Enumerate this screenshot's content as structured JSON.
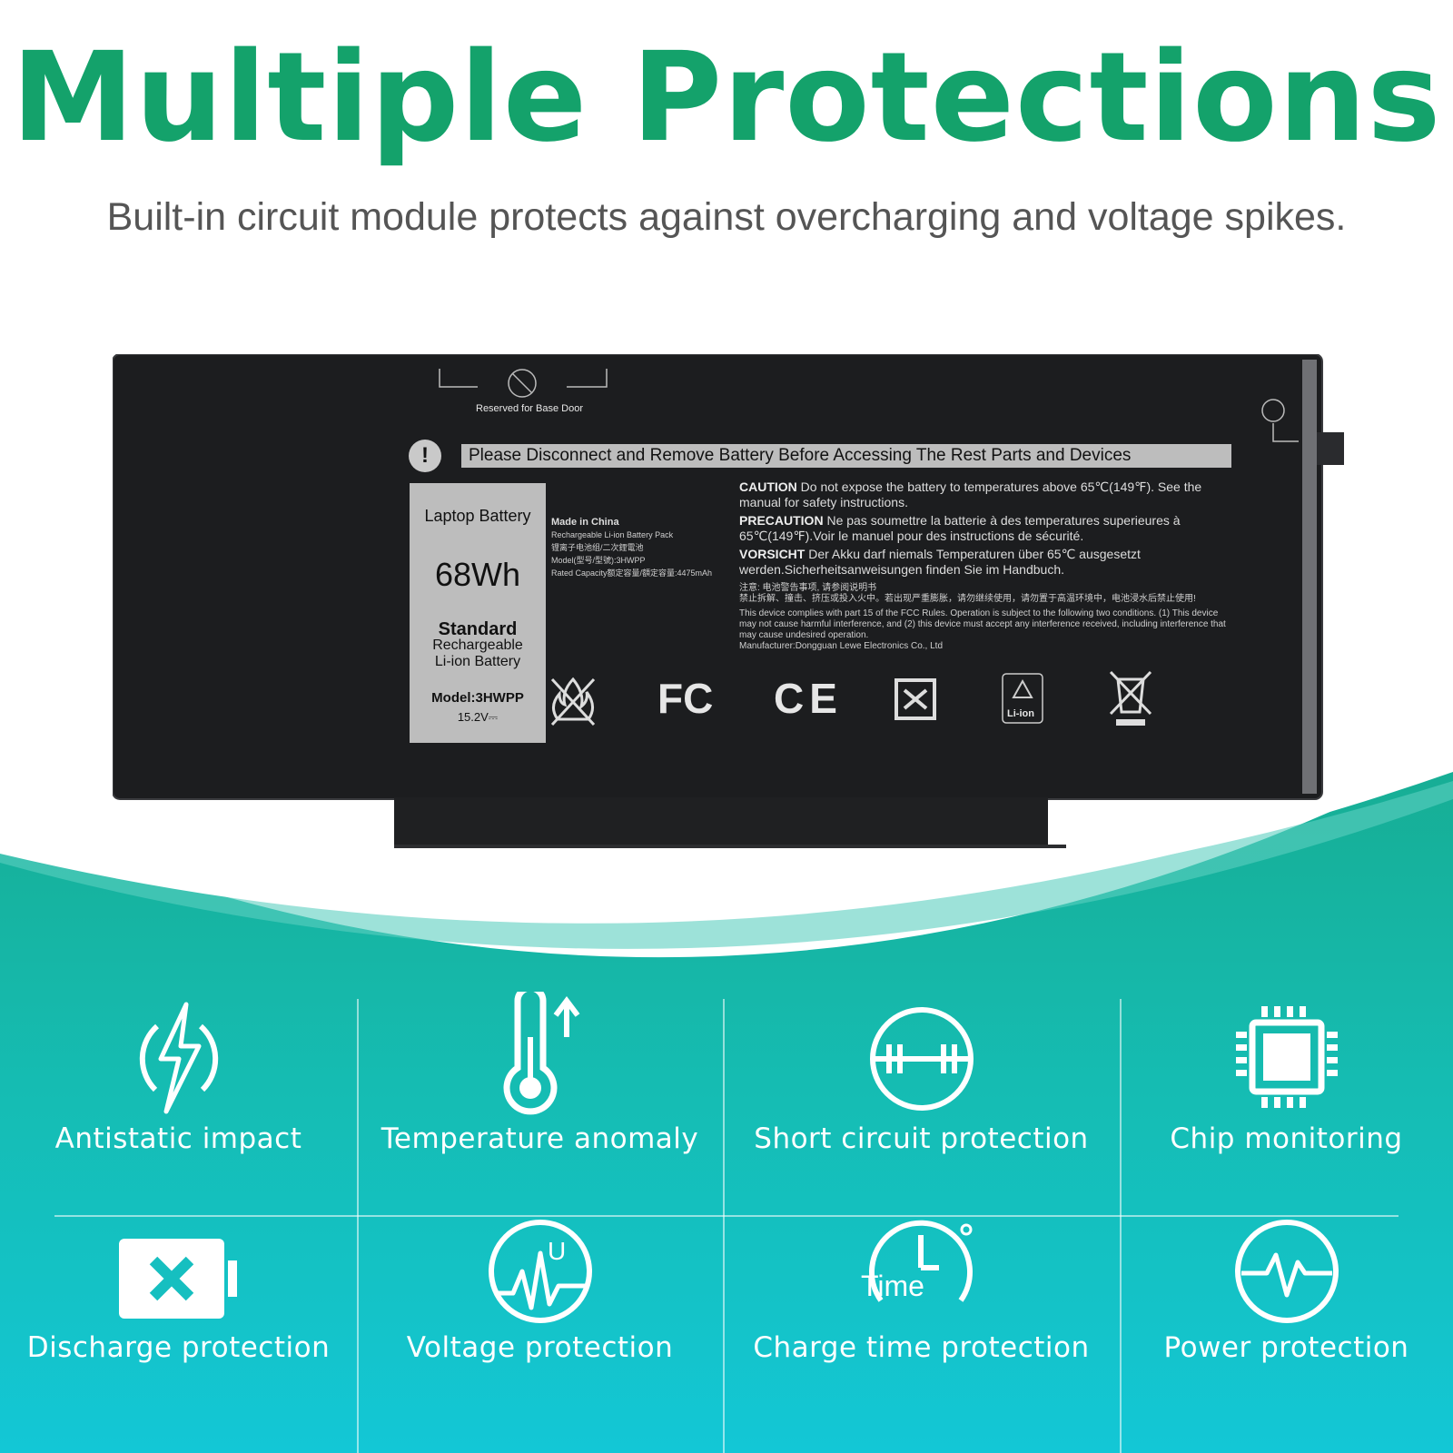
{
  "headline": "Multiple Protections",
  "subheadline": "Built-in circuit module protects against overcharging and voltage spikes.",
  "colors": {
    "brand_green": "#14a26b",
    "teal_top": "#17b7a0",
    "teal_bottom": "#14c3d3",
    "battery_body": "#1e1f21"
  },
  "battery": {
    "reserved_label": "Reserved for Base Door",
    "warning_banner": "Please Disconnect and Remove Battery Before Accessing The Rest Parts and Devices",
    "warning_mark": "!",
    "sticker": {
      "line1": "Laptop Battery",
      "capacity": "68Wh",
      "type": "Standard",
      "line4": "Rechargeable",
      "line5": "Li-ion Battery",
      "model": "Model:3HWPP",
      "voltage": "15.2V⎓"
    },
    "made_in": "Made in China",
    "made_lines": [
      "Rechargeable Li-ion Battery Pack",
      "锂离子电池组/二次鋰電池",
      "Model(型号/型號):3HWPP",
      "Rated Capacity额定容量/額定容量:4475mAh"
    ],
    "caution": {
      "caution_head": "CAUTION",
      "caution_text": " Do not expose the battery to temperatures above 65℃(149℉). See the manual for safety instructions.",
      "precaution_head": "PRECAUTION",
      "precaution_text": " Ne pas soumettre la batterie à des temperatures superieures à 65℃(149℉).Voir le manuel pour des instructions de sécurité.",
      "vorsicht_head": "VORSICHT",
      "vorsicht_text": " Der Akku darf niemals Temperaturen über 65℃ ausgesetzt werden.Sicherheitsanweisungen finden Sie im Handbuch.",
      "cn1": "注意: 电池警告事项, 请参阅说明书",
      "cn2": "禁止拆解、撞击、挤压或投入火中。若出现严重膨胀，请勿继续使用，请勿置于高温环境中，电池浸水后禁止使用!",
      "fcc": "This device complies with part 15 of the FCC Rules. Operation is subject to the following two conditions. (1) This device may not cause harmful interference, and (2) this device must accept any interference received, including interference that may cause undesired operation.",
      "manufacturer": "Manufacturer:Dongguan Lewe Electronics Co., Ltd"
    },
    "marks": {
      "fc": "FC",
      "ce": "CE",
      "liion": "Li-ion"
    }
  },
  "features": [
    {
      "label": "Antistatic impact",
      "icon": "lightning-circle-icon"
    },
    {
      "label": "Temperature anomaly",
      "icon": "thermometer-up-icon"
    },
    {
      "label": "Short circuit protection",
      "icon": "short-circuit-icon"
    },
    {
      "label": "Chip monitoring",
      "icon": "chip-icon"
    },
    {
      "label": "Discharge protection",
      "icon": "battery-x-icon"
    },
    {
      "label": "Voltage protection",
      "icon": "voltage-wave-icon"
    },
    {
      "label": "Charge time protection",
      "icon": "clock-time-icon"
    },
    {
      "label": "Power protection",
      "icon": "pulse-circle-icon"
    }
  ],
  "time_word": "Time",
  "voltage_letter": "U"
}
